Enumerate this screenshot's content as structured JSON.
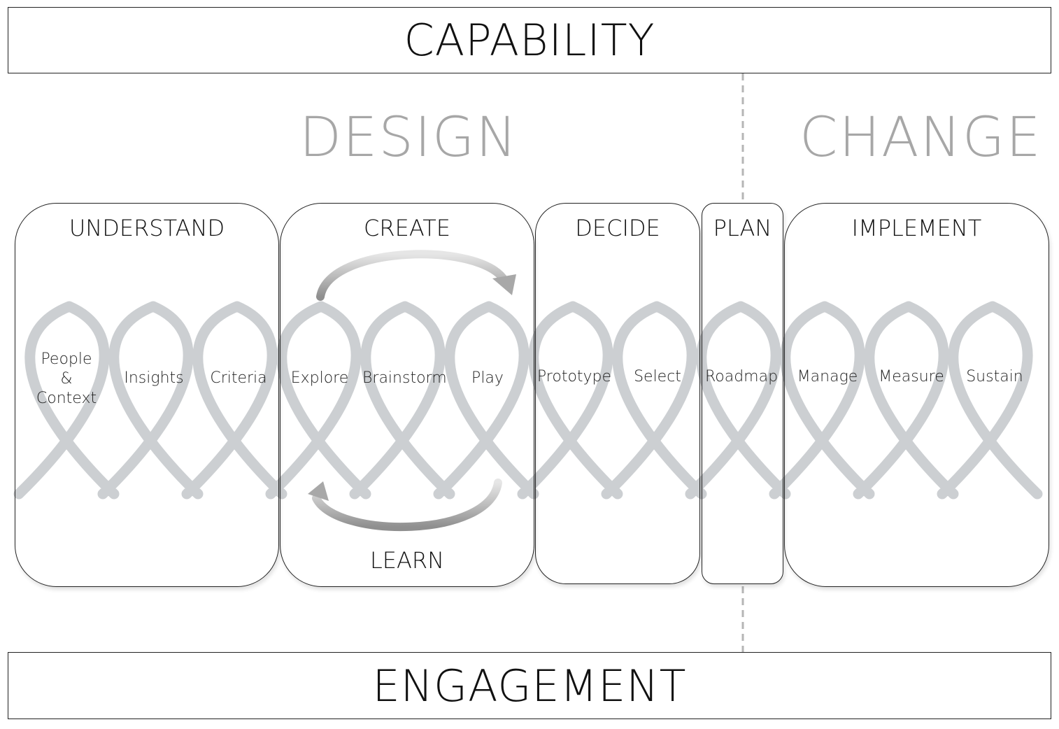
{
  "bands": {
    "top": "CAPABILITY",
    "bottom": "ENGAGEMENT"
  },
  "phases": {
    "design": "DESIGN",
    "change": "CHANGE"
  },
  "stages": [
    {
      "title": "UNDERSTAND",
      "steps": [
        "People\n&\nContext",
        "Insights",
        "Criteria"
      ]
    },
    {
      "title": "CREATE",
      "steps": [
        "Explore",
        "Brainstorm",
        "Play"
      ],
      "cycle_label": "LEARN"
    },
    {
      "title": "DECIDE",
      "steps": [
        "Prototype",
        "Select"
      ]
    },
    {
      "title": "PLAN",
      "steps": [
        "Roadmap"
      ]
    },
    {
      "title": "IMPLEMENT",
      "steps": [
        "Manage",
        "Measure",
        "Sustain"
      ]
    }
  ],
  "colors": {
    "loops": "#c9ccd0",
    "phase_text": "#a7a7a7",
    "divider": "#b5b5b5",
    "arrow": "#bdbdbd"
  }
}
